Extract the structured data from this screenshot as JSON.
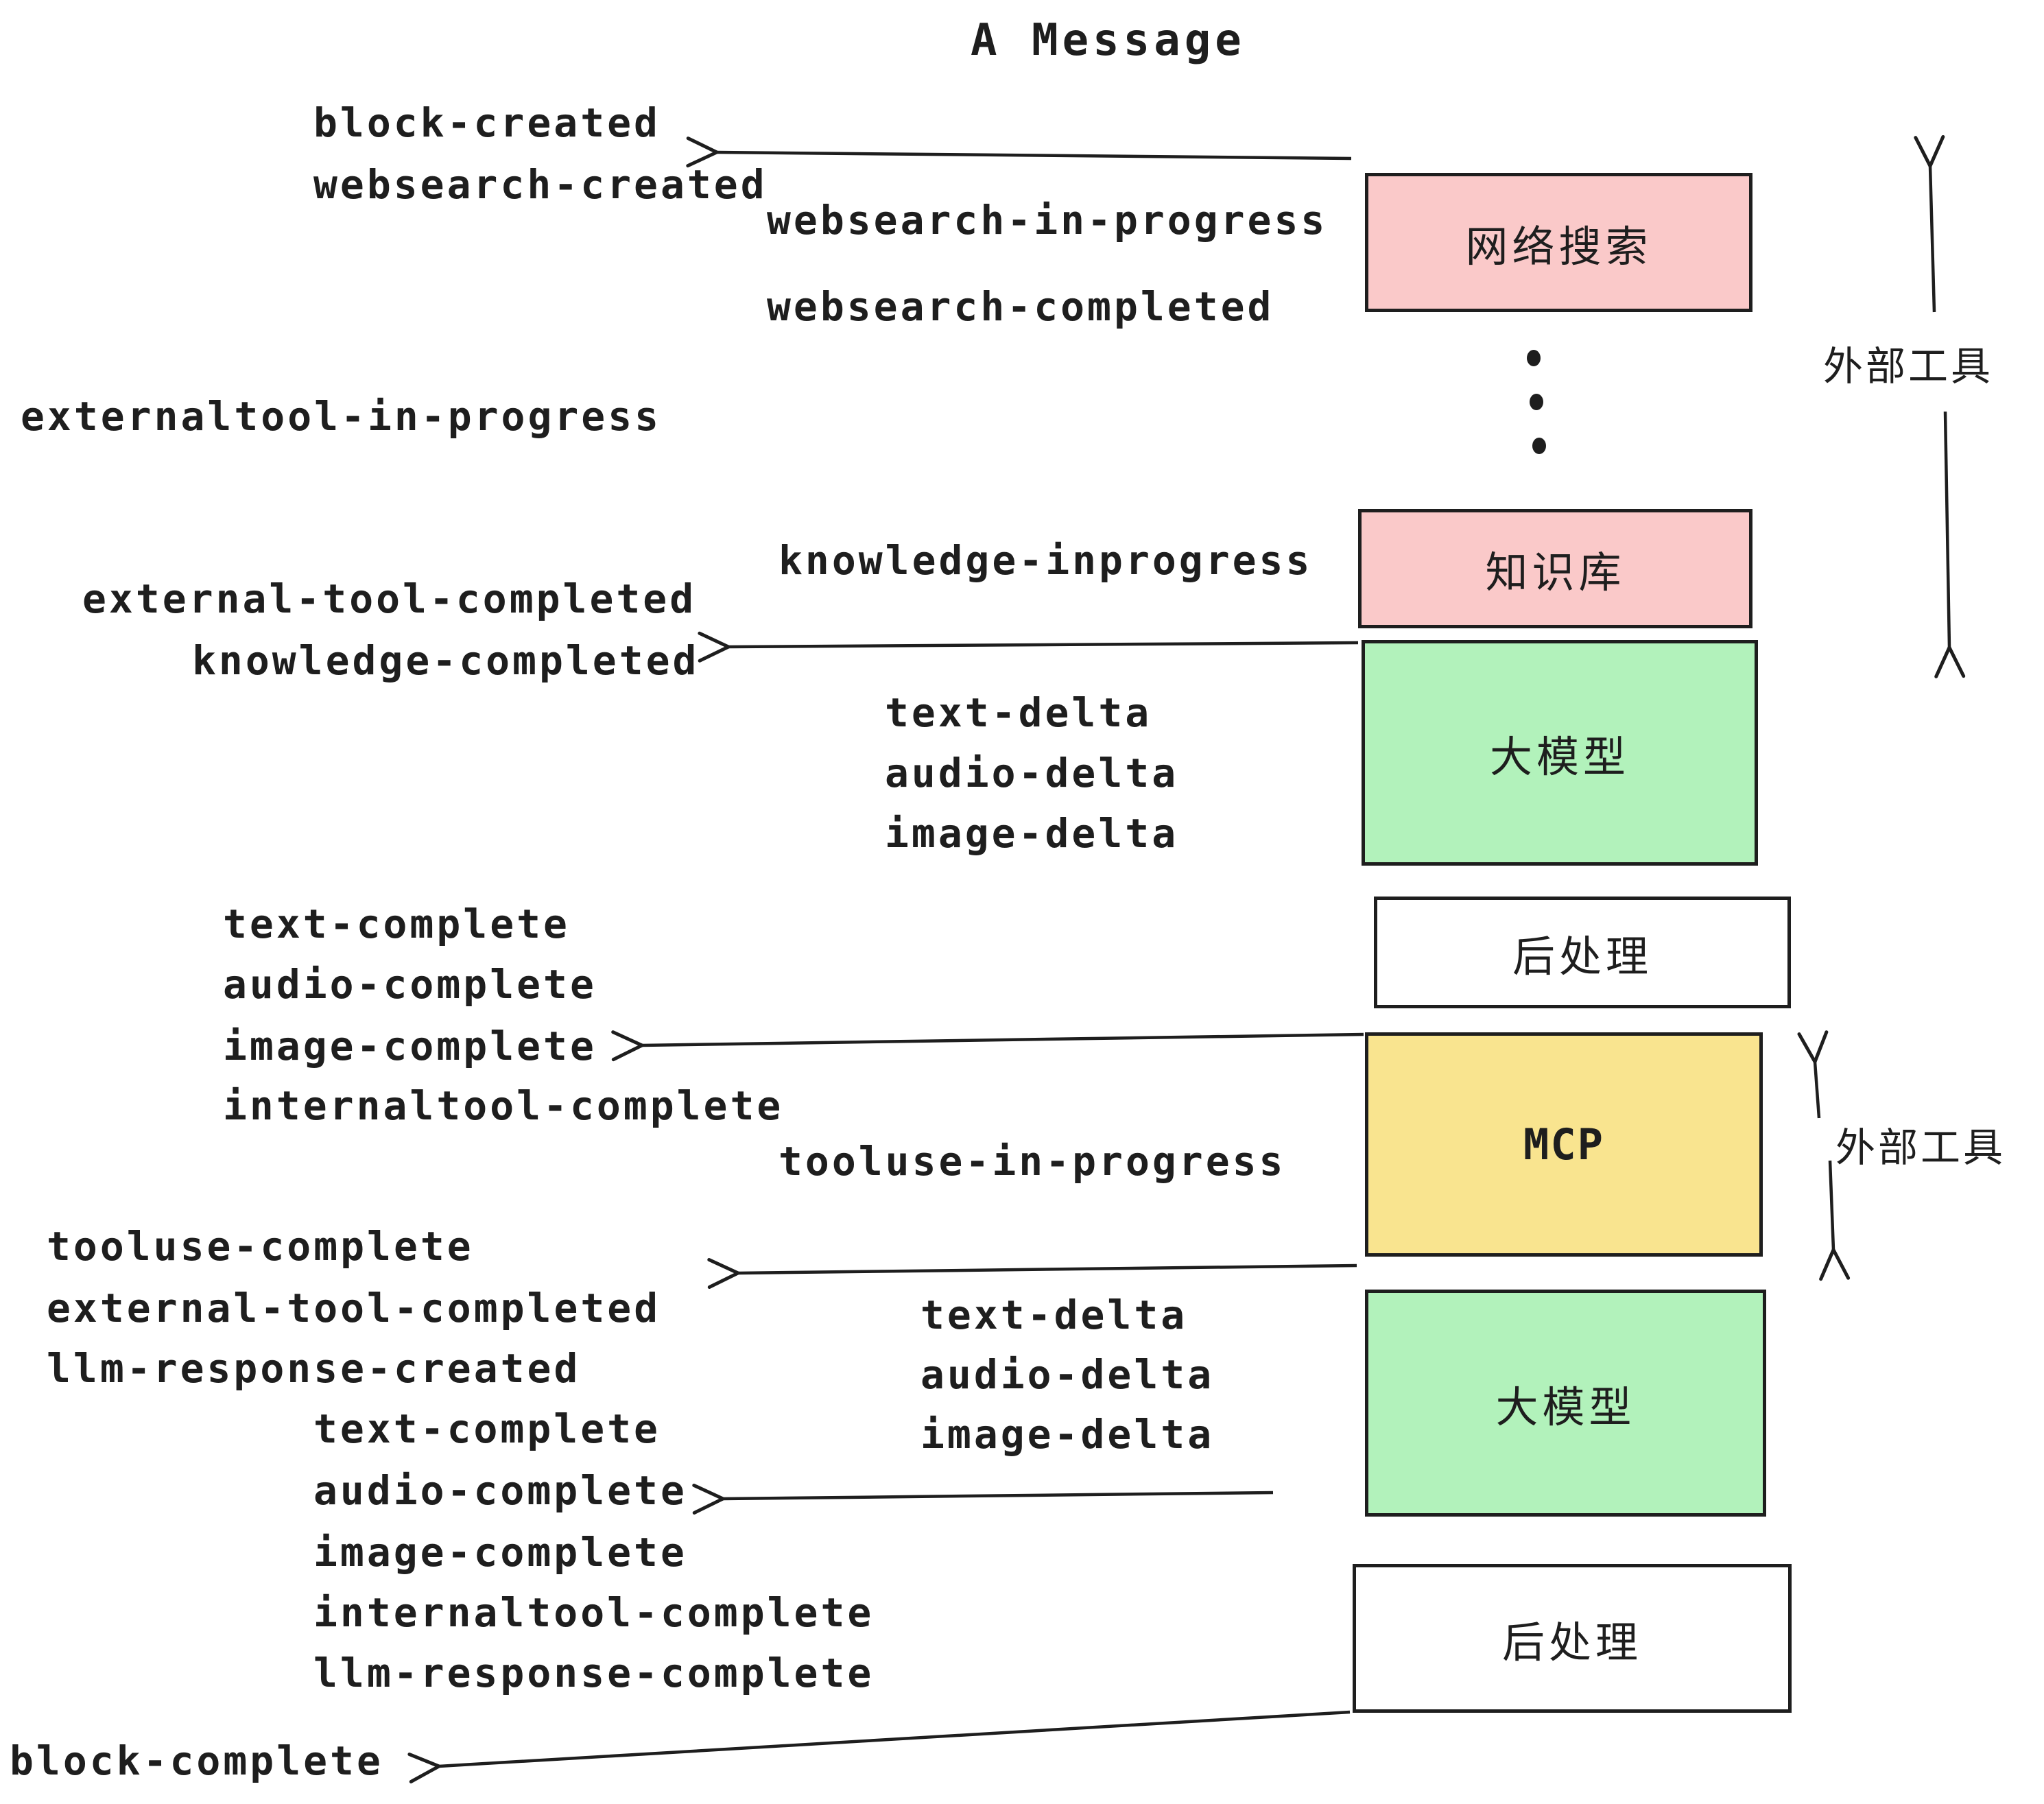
{
  "title": "A Message",
  "colors": {
    "ink": "#1e1e1e",
    "pink": "#fac9c9",
    "green": "#b2f2bb",
    "yellow": "#f9e48f",
    "white": "#ffffff"
  },
  "boxes": [
    {
      "label": "网络搜索",
      "color": "#fac9c9"
    },
    {
      "label": "知识库",
      "color": "#fac9c9"
    },
    {
      "label": "大模型",
      "color": "#b2f2bb"
    },
    {
      "label": "后处理",
      "color": "#ffffff"
    },
    {
      "label": "MCP",
      "color": "#f9e48f"
    },
    {
      "label": "大模型",
      "color": "#b2f2bb"
    },
    {
      "label": "后处理",
      "color": "#ffffff"
    }
  ],
  "side_labels": [
    {
      "text": "外部工具"
    },
    {
      "text": "外部工具"
    }
  ],
  "events": [
    {
      "text": "block-created"
    },
    {
      "text": "websearch-created"
    },
    {
      "text": "websearch-in-progress"
    },
    {
      "text": "websearch-completed"
    },
    {
      "text": "externaltool-in-progress"
    },
    {
      "text": "knowledge-inprogress"
    },
    {
      "text": "external-tool-completed"
    },
    {
      "text": "knowledge-completed"
    },
    {
      "text": "text-delta"
    },
    {
      "text": "audio-delta"
    },
    {
      "text": "image-delta"
    },
    {
      "text": "text-complete"
    },
    {
      "text": "audio-complete"
    },
    {
      "text": "image-complete"
    },
    {
      "text": "internaltool-complete"
    },
    {
      "text": "tooluse-in-progress"
    },
    {
      "text": "tooluse-complete"
    },
    {
      "text": "external-tool-completed"
    },
    {
      "text": "llm-response-created"
    },
    {
      "text": "text-delta"
    },
    {
      "text": "audio-delta"
    },
    {
      "text": "image-delta"
    },
    {
      "text": "text-complete"
    },
    {
      "text": "audio-complete"
    },
    {
      "text": "image-complete"
    },
    {
      "text": "internaltool-complete"
    },
    {
      "text": "llm-response-complete"
    },
    {
      "text": "block-complete"
    }
  ]
}
